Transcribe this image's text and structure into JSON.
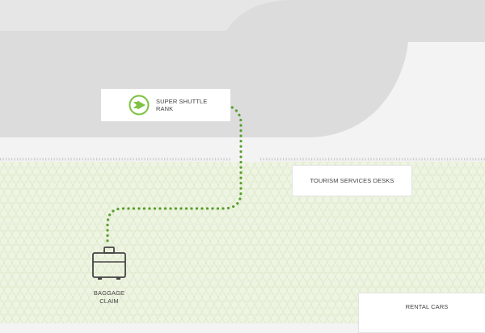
{
  "map": {
    "colors": {
      "background": "#f3f3f3",
      "road": "#dcdcdc",
      "terminal_floor": "#eef4e2",
      "hex_pattern": "#dde9cb",
      "route": "#5b9e2f",
      "shuttle_icon": "#7dc243"
    },
    "locations": {
      "super_shuttle": {
        "label_line1": "SUPER SHUTTLE",
        "label_line2": "RANK",
        "icon": "arrow-right-circle-icon"
      },
      "tourism_desks": {
        "label": "TOURISM SERVICES DESKS"
      },
      "rental_cars": {
        "label": "RENTAL CARS"
      },
      "baggage_claim": {
        "label_line1": "BAGGAGE",
        "label_line2": "CLAIM",
        "icon": "suitcase-icon"
      }
    },
    "route": {
      "style": "dotted",
      "from": "BAGGAGE CLAIM",
      "to": "SUPER SHUTTLE RANK"
    }
  }
}
